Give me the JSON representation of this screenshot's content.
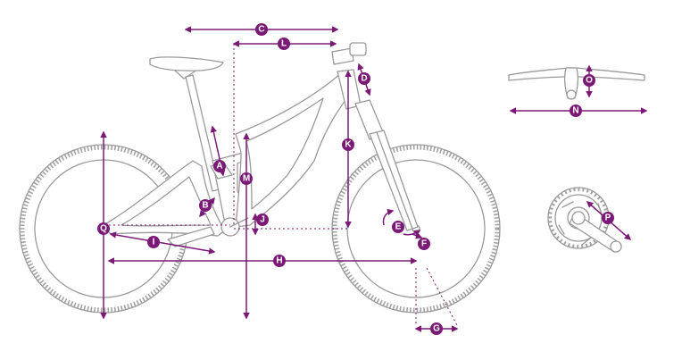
{
  "diagram": {
    "colors": {
      "accent": "#7b1a76",
      "outline": "#9a9a9a",
      "background": "#ffffff"
    },
    "labels": {
      "A": "A",
      "B": "B",
      "C": "C",
      "D": "D",
      "E": "E",
      "F": "F",
      "G": "G",
      "H": "H",
      "I": "I",
      "J": "J",
      "K": "K",
      "L": "L",
      "M": "M",
      "N": "N",
      "O": "O",
      "P": "P",
      "Q": "Q"
    }
  }
}
